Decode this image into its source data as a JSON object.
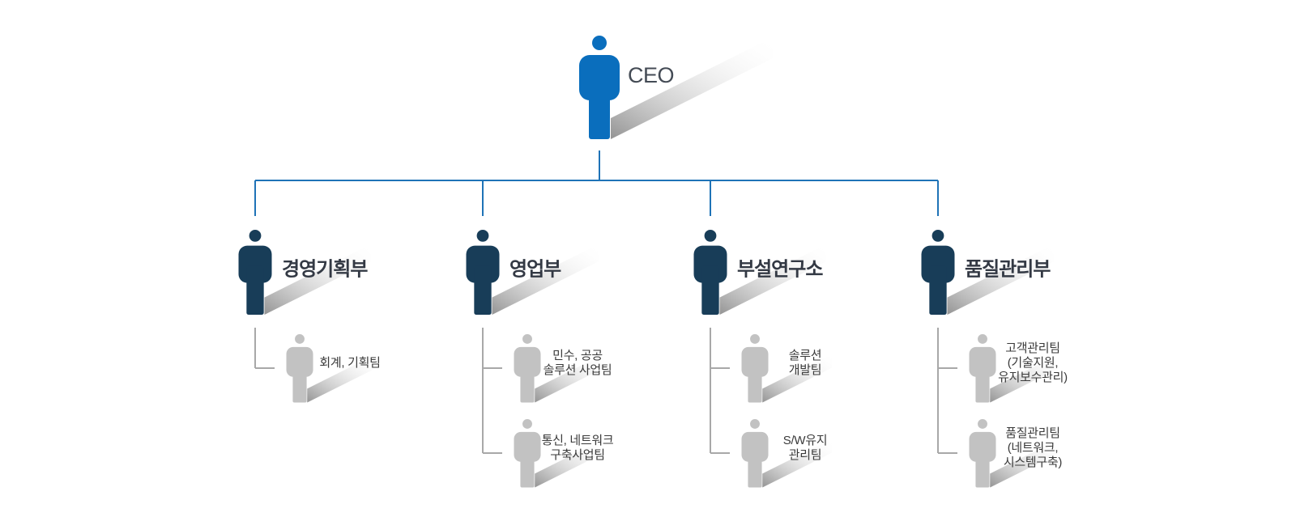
{
  "colors": {
    "ceo": "#0a6ebd",
    "dept": "#183d58",
    "team": "#c2c2c2",
    "connector_blue": "#1f73b7",
    "connector_gray": "#a8a8a8",
    "shadow": "#9a9a9a"
  },
  "ceo": {
    "label": "CEO",
    "icon": "person-icon"
  },
  "departments": [
    {
      "name": "경영기획부",
      "teams": [
        {
          "lines": [
            "회계, 기획팀"
          ]
        }
      ]
    },
    {
      "name": "영업부",
      "teams": [
        {
          "lines": [
            "민수, 공공",
            "솔루션 사업팀"
          ]
        },
        {
          "lines": [
            "통신, 네트워크",
            "구축사업팀"
          ]
        }
      ]
    },
    {
      "name": "부설연구소",
      "teams": [
        {
          "lines": [
            "솔루션",
            "개발팀"
          ]
        },
        {
          "lines": [
            "S/W유지",
            "관리팀"
          ]
        }
      ]
    },
    {
      "name": "품질관리부",
      "teams": [
        {
          "lines": [
            "고객관리팀",
            "(기술지원,",
            "유지보수관리)"
          ]
        },
        {
          "lines": [
            "품질관리팀",
            "(네트워크,",
            "시스템구축)"
          ]
        }
      ]
    }
  ]
}
